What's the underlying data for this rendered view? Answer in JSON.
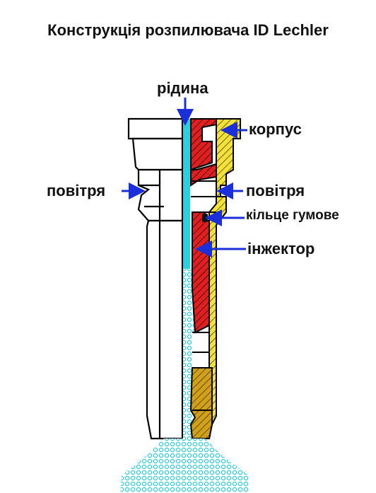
{
  "title": "Конструкція розпилювача ID Lechler",
  "labels": {
    "liquid": "рідина",
    "body": "корпус",
    "air_left": "повітря",
    "air_right": "повітря",
    "oring": "кільце гумове",
    "injector": "інжектор"
  },
  "colors": {
    "liquid": "#2ad0e0",
    "injector": "#e02020",
    "body": "#f2e23a",
    "arrow": "#1b2fd8"
  }
}
